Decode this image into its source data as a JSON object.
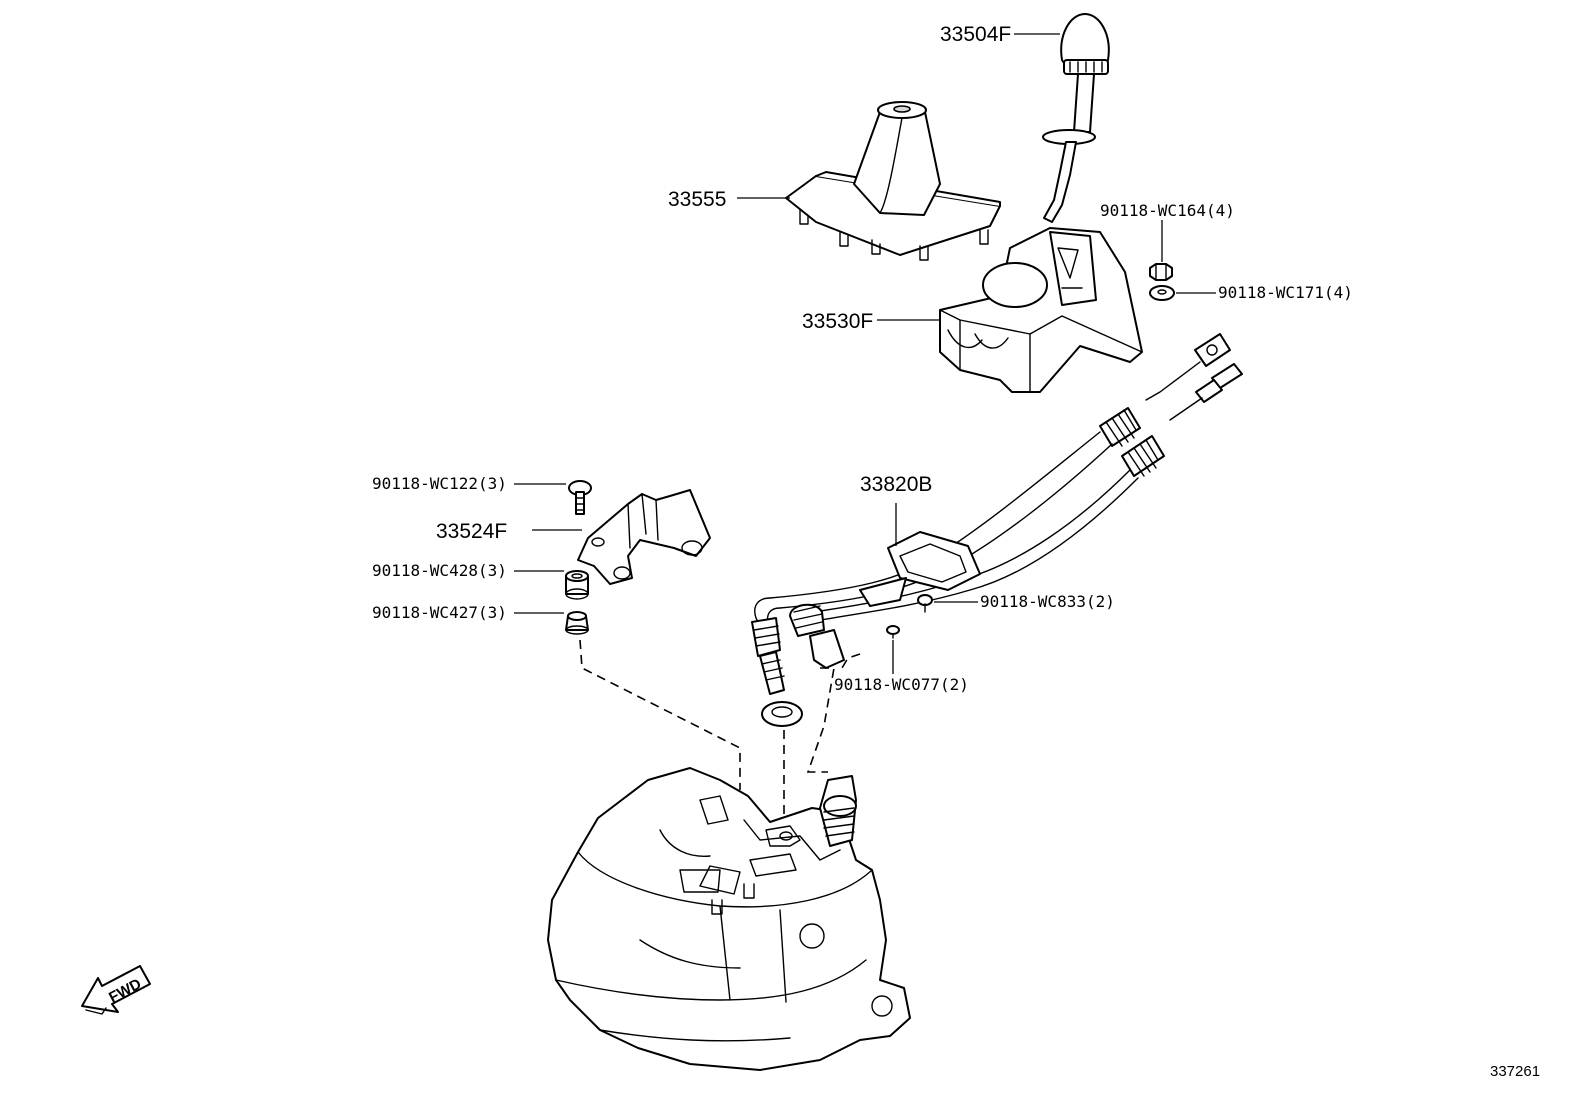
{
  "diagram": {
    "parts": {
      "shift_knob": "33504F",
      "shift_boot": "33555",
      "shift_lever_housing": "33530F",
      "nut_upper": "90118-WC164(4)",
      "washer_upper": "90118-WC171(4)",
      "control_cable": "33820B",
      "bracket": "33524F",
      "bolt_bracket": "90118-WC122(3)",
      "bushing": "90118-WC428(3)",
      "collar": "90118-WC427(3)",
      "bolt_cable": "90118-WC833(2)",
      "clip_cable": "90118-WC077(2)"
    },
    "fwd_label": "FWD",
    "figure_number": "337261"
  }
}
